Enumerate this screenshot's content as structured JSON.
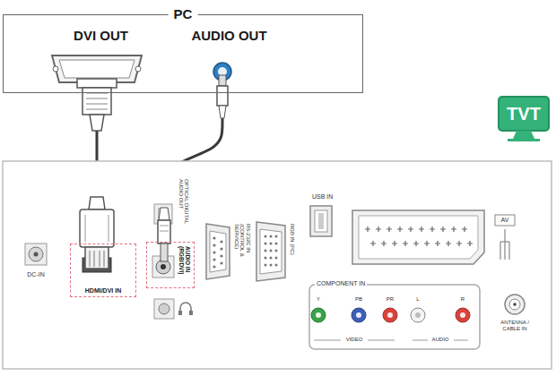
{
  "diagram": {
    "nodes": [
      {
        "text": [
          "PC"
        ]
      },
      {
        "text": [
          "DVI OUT"
        ],
        "in": 0
      },
      {
        "text": [
          "AUDIO OUT"
        ],
        "in": 0
      },
      {
        "text": [
          "HDMI/DVI IN"
        ]
      },
      {
        "text": [
          "AUDIO IN (RGB/DVI)"
        ]
      }
    ],
    "edges": [
      {
        "from": 1,
        "to": 3,
        "arrow": "none"
      },
      {
        "from": 2,
        "to": 4,
        "arrow": "none"
      }
    ],
    "labels": [
      "TVT",
      "DC-IN",
      "OPTICAL DIGITAL AUDIO OUT",
      "RS-232C IN (CONTROL & SERVICE)",
      "RGB IN (PC)",
      "USB IN",
      "AV",
      "COMPONENT IN",
      "Y",
      "PB",
      "PR",
      "L",
      "R",
      "VIDEO",
      "AUDIO",
      "ANTENNA / CABLE IN"
    ]
  }
}
